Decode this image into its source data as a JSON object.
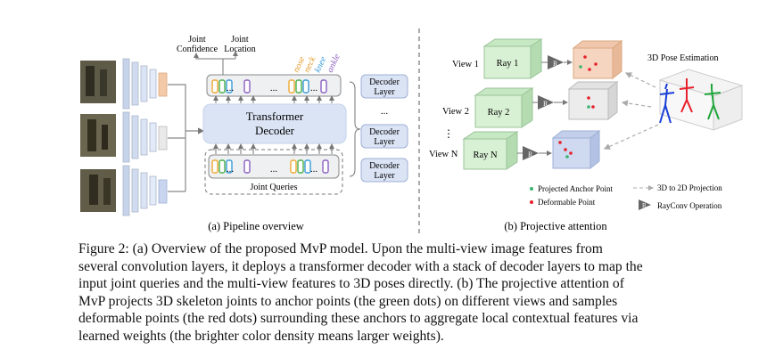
{
  "pipeline": {
    "out_joint_confidence": [
      "Joint",
      "Confidence"
    ],
    "out_joint_location": [
      "Joint",
      "Location"
    ],
    "joint_labels": [
      "nose",
      "neck",
      "knee",
      "ankle"
    ],
    "transformer_decoder": [
      "Transformer",
      "Decoder"
    ],
    "joint_queries": "Joint Queries",
    "decoder_layer": [
      "Decoder",
      "Layer"
    ],
    "ellipsis": "...",
    "dots": "...",
    "subcaption": "(a) Pipeline overview"
  },
  "projective": {
    "views": [
      "View 1",
      "View 2",
      "View N"
    ],
    "rays": [
      "Ray 1",
      "Ray 2",
      "Ray N"
    ],
    "r_label": "R",
    "vdots": "⋮",
    "pose_title": "3D Pose Estimation",
    "legend": {
      "anchor": "Projected Anchor Point",
      "deformable": "Deformable Point",
      "projection": "3D to 2D Projection",
      "rayconv": "RayConv Operation"
    },
    "subcaption": "(b) Projective attention"
  },
  "colors": {
    "green": "#3cb371",
    "red": "#e8212c",
    "decoder_fill": "#dbe4f5"
  },
  "caption": {
    "lines": [
      "Figure 2: (a) Overview of the proposed MvP model. Upon the multi-view image features from",
      "several convolution layers, it deploys a transformer decoder with a stack of decoder layers to map the",
      "input joint queries and the multi-view features to 3D poses directly. (b) The projective attention of",
      "MvP projects 3D skeleton joints to anchor points (the green dots) on different views and samples",
      "deformable points (the red dots) surrounding these anchors to aggregate local contextual features via",
      "learned weights (the brighter color density means larger weights)."
    ]
  }
}
